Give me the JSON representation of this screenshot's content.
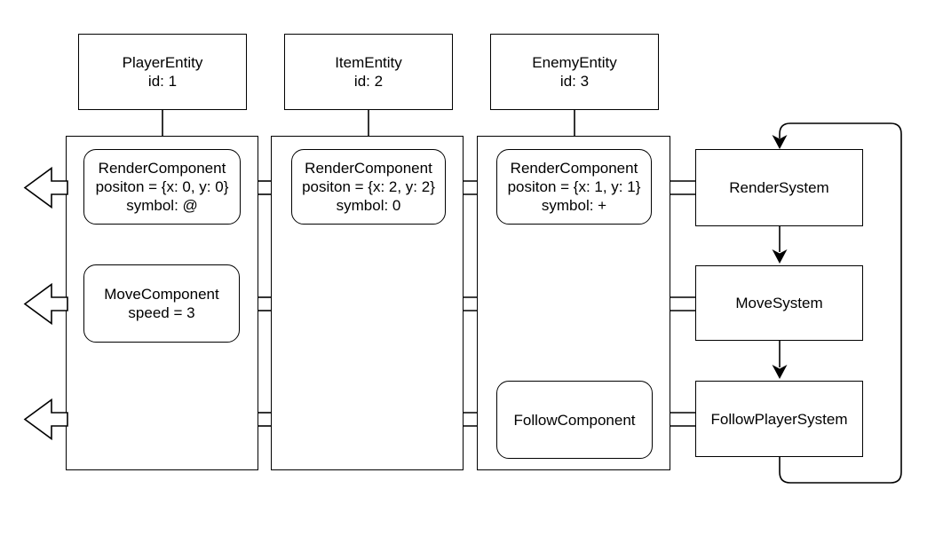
{
  "entities": [
    {
      "title": "PlayerEntity",
      "id": "id: 1"
    },
    {
      "title": "ItemEntity",
      "id": "id: 2"
    },
    {
      "title": "EnemyEntity",
      "id": "id: 3"
    }
  ],
  "components": {
    "player_render": {
      "name": "RenderComponent",
      "position": "positon = {x: 0, y: 0}",
      "symbol": "symbol: @"
    },
    "player_move": {
      "name": "MoveComponent",
      "speed": "speed = 3"
    },
    "item_render": {
      "name": "RenderComponent",
      "position": "positon = {x: 2, y: 2}",
      "symbol": "symbol: 0"
    },
    "enemy_render": {
      "name": "RenderComponent",
      "position": "positon = {x: 1, y: 1}",
      "symbol": "symbol: +"
    },
    "enemy_follow": {
      "name": "FollowComponent"
    }
  },
  "systems": [
    {
      "label": "RenderSystem"
    },
    {
      "label": "MoveSystem"
    },
    {
      "label": "FollowPlayerSystem"
    }
  ],
  "colors": {
    "stroke": "#000000",
    "fill": "#ffffff",
    "text": "#000000"
  }
}
